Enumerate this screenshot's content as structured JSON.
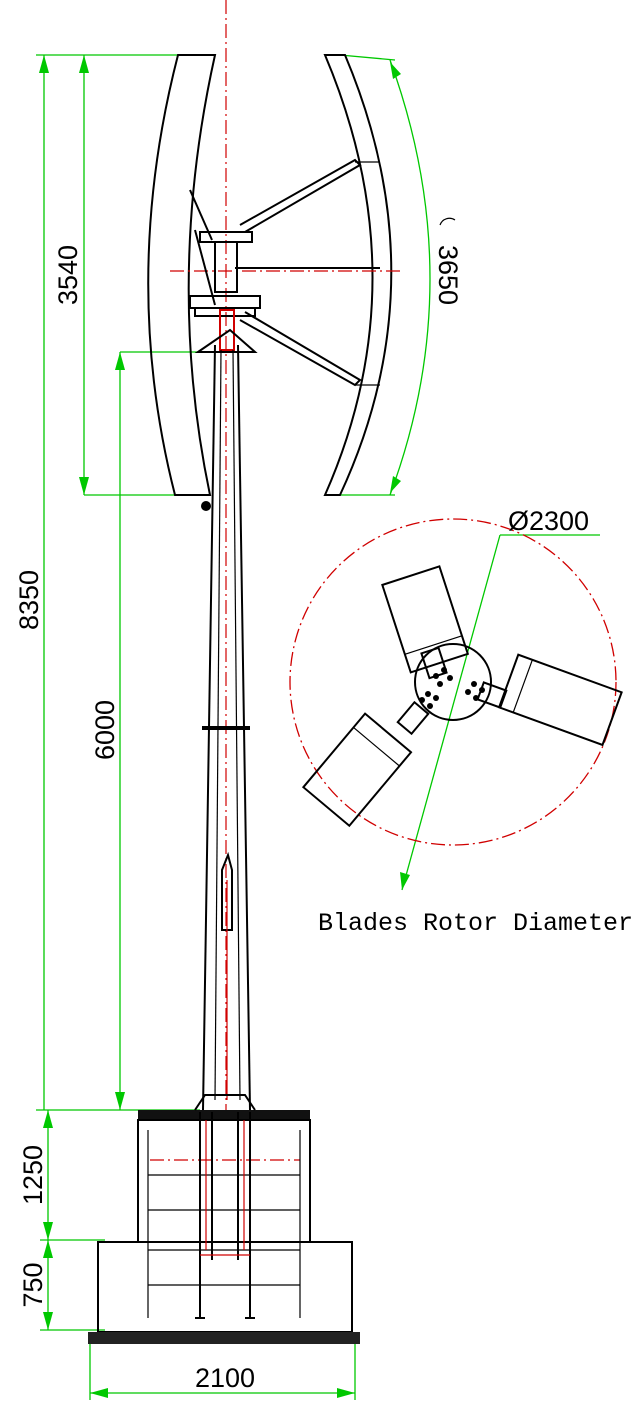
{
  "dimensions": {
    "total_height": "8350",
    "blade_height": "3540",
    "blade_arc": "3650",
    "hub_height": "6000",
    "foundation_upper": "1250",
    "foundation_lower": "750",
    "foundation_width": "2100",
    "rotor_diameter": "Ø2300"
  },
  "caption": "Blades Rotor Diameter",
  "colors": {
    "dimension_line": "#00c800",
    "center_line": "#d00000",
    "outline": "#000000"
  }
}
